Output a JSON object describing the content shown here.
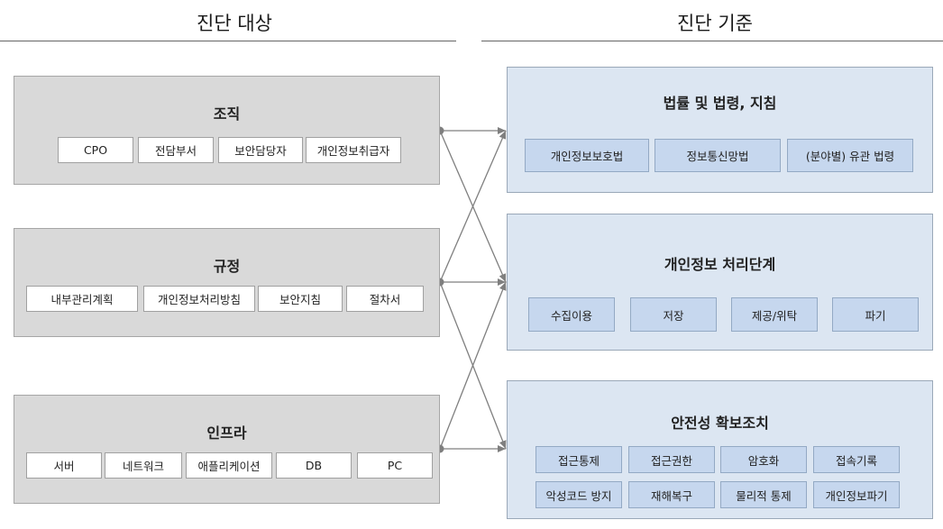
{
  "headers": {
    "left": "진단 대상",
    "right": "진단 기준"
  },
  "targets": [
    {
      "title": "조직",
      "items": [
        "CPO",
        "전담부서",
        "보안담당자",
        "개인정보취급자"
      ]
    },
    {
      "title": "규정",
      "items": [
        "내부관리계획",
        "개인정보처리방침",
        "보안지침",
        "절차서"
      ]
    },
    {
      "title": "인프라",
      "items": [
        "서버",
        "네트워크",
        "애플리케이션",
        "DB",
        "PC"
      ]
    }
  ],
  "criteria": [
    {
      "title": "법률 및 법령, 지침",
      "items": [
        "개인정보보호법",
        "정보통신망법",
        "(분야별) 유관 법령"
      ]
    },
    {
      "title": "개인정보 처리단계",
      "items": [
        "수집이용",
        "저장",
        "제공/위탁",
        "파기"
      ]
    },
    {
      "title": "안전성 확보조치",
      "items": [
        "접근통제",
        "접근권한",
        "암호화",
        "접속기록",
        "악성코드 방지",
        "재해복구",
        "물리적 통제",
        "개인정보파기"
      ]
    }
  ],
  "colors": {
    "target_fill": "#d9d9d9",
    "criteria_fill": "#dce6f2",
    "criteria_chip": "#c6d7ee",
    "connector": "#7f7f7f"
  }
}
